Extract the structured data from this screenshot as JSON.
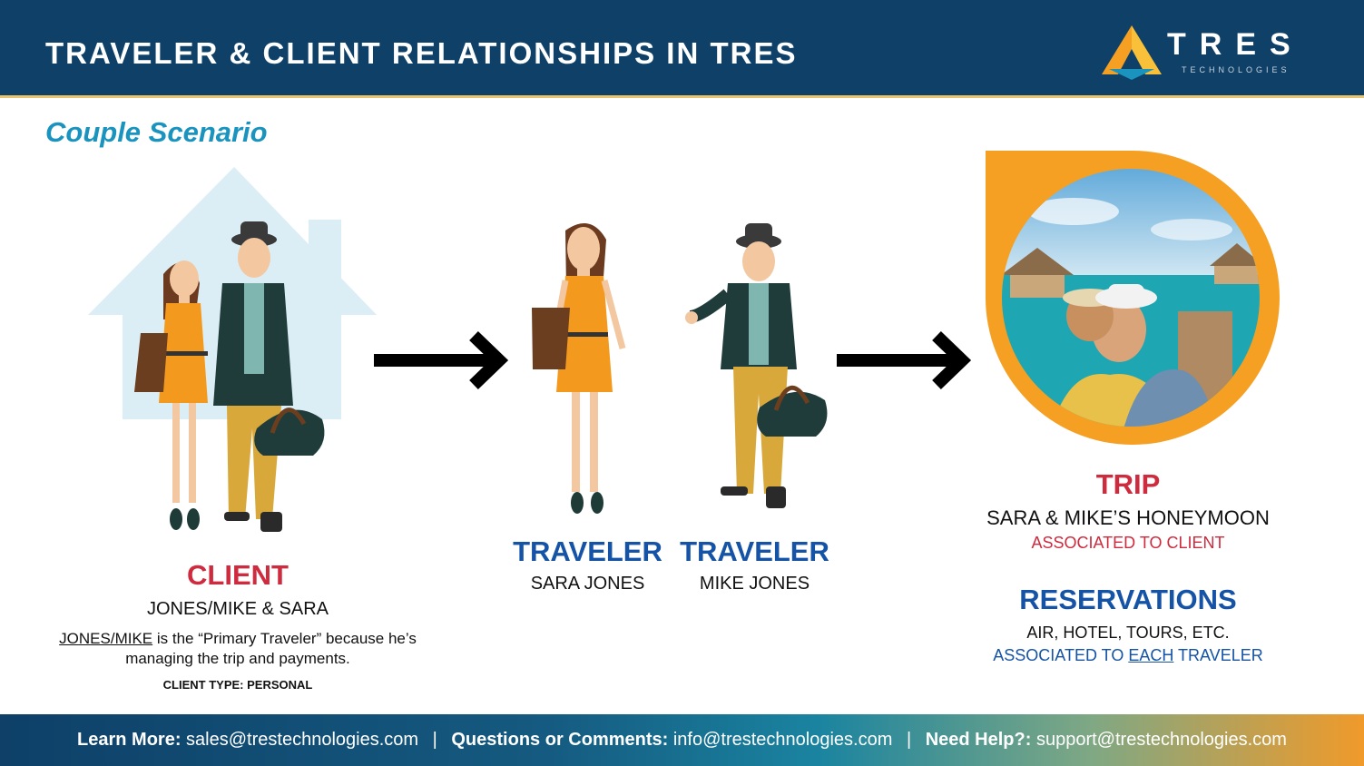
{
  "header": {
    "title": "TRAVELER & CLIENT RELATIONSHIPS IN TRES",
    "logo_word": "TRES",
    "logo_sub": "TECHNOLOGIES"
  },
  "subtitle": "Couple Scenario",
  "client": {
    "heading": "CLIENT",
    "name": "JONES/MIKE & SARA",
    "note_underlined": "JONES/MIKE",
    "note_rest_1": " is the “Primary Traveler” because he’s",
    "note_rest_2": "managing the trip and payments.",
    "type": "CLIENT TYPE: PERSONAL"
  },
  "travelers": [
    {
      "heading": "TRAVELER",
      "name": "SARA JONES"
    },
    {
      "heading": "TRAVELER",
      "name": "MIKE JONES"
    }
  ],
  "trip": {
    "heading": "TRIP",
    "name": "SARA & MIKE’S HONEYMOON",
    "assoc": "ASSOCIATED TO CLIENT"
  },
  "reservations": {
    "heading": "RESERVATIONS",
    "items": "AIR, HOTEL, TOURS, ETC.",
    "assoc_pre": "ASSOCIATED TO ",
    "assoc_emph": "EACH",
    "assoc_post": " TRAVELER"
  },
  "footer": {
    "learn_label": "Learn More:",
    "learn_value": " sales@trestechnologies.com",
    "questions_label": "Questions or Comments:",
    "questions_value": " info@trestechnologies.com",
    "help_label": "Need Help?:",
    "help_value": " support@trestechnologies.com",
    "separator": "|"
  },
  "colors": {
    "navy": "#0e4068",
    "accent_orange": "#f5a023",
    "client_red": "#cf2b3f",
    "traveler_blue": "#1553a6",
    "subtitle_teal": "#1a94bf"
  }
}
